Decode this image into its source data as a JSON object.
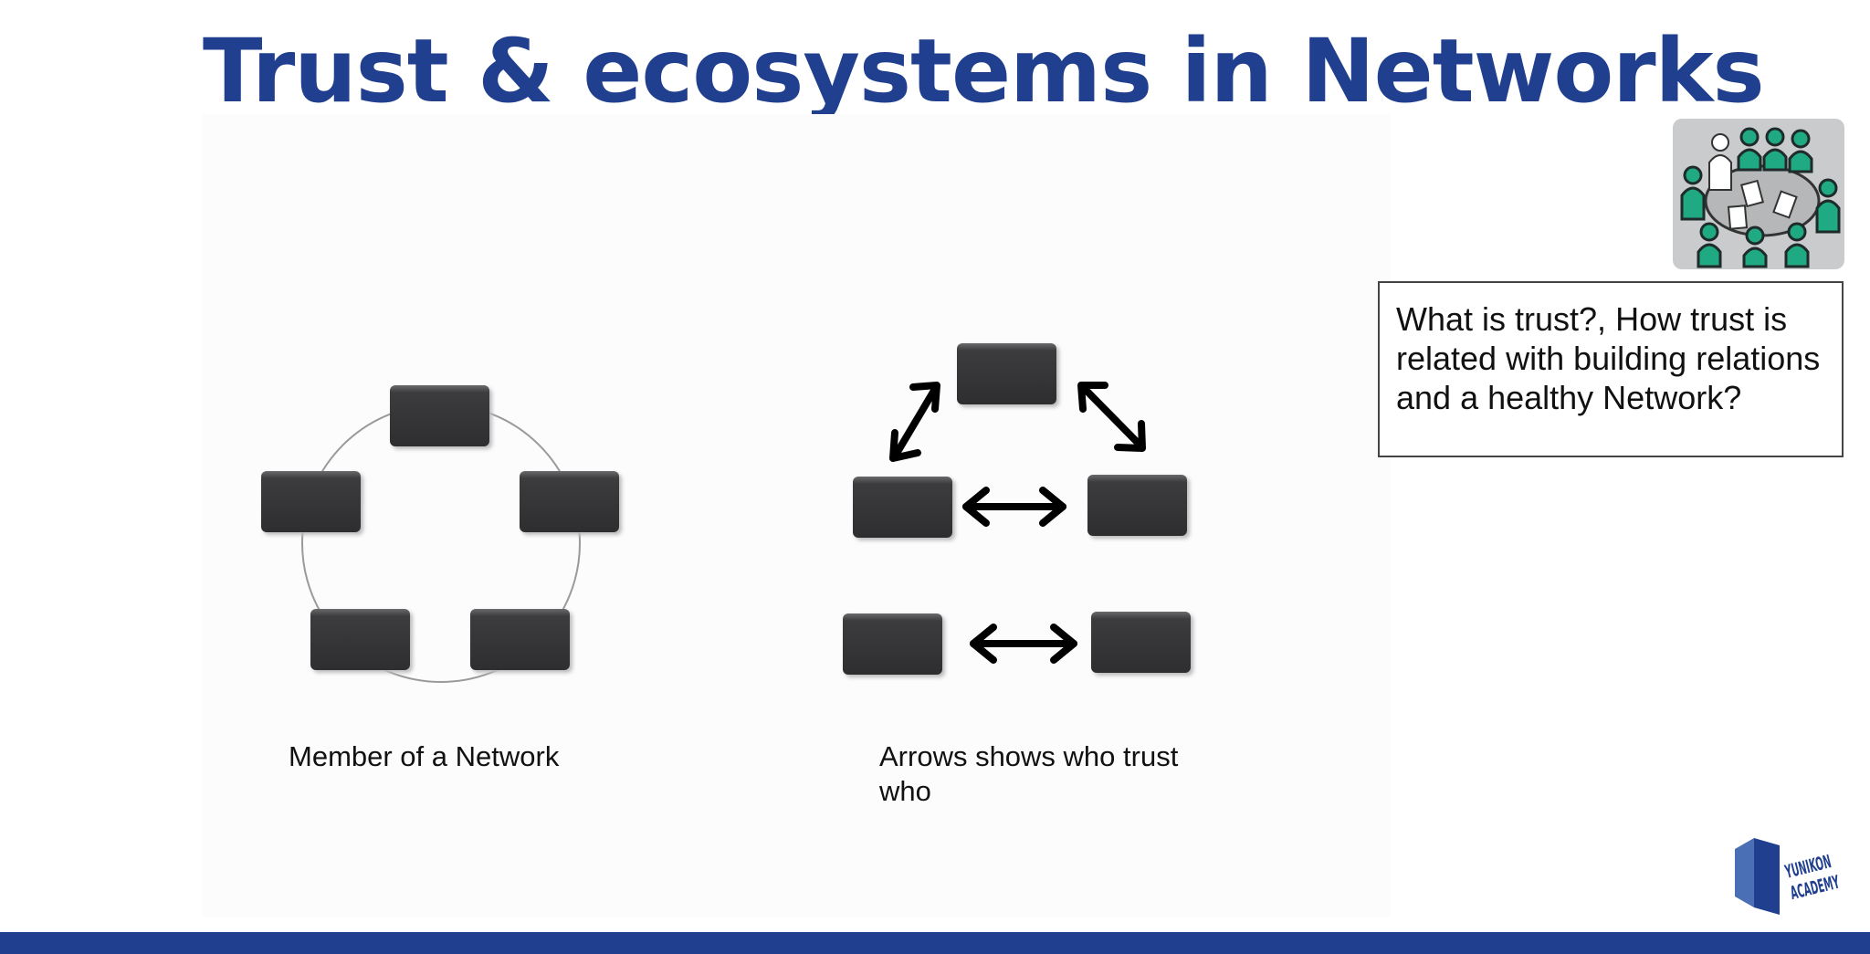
{
  "slide": {
    "title": "Trust & ecosystems in Networks",
    "question": "What is trust?, How trust is related with building relations and a healthy Network?",
    "captions": {
      "left": "Member of a Network",
      "right": "Arrows shows who trust who"
    },
    "logo_text": "YUNIKON ACADEMY",
    "colors": {
      "title": "#213f8f",
      "bar": "#213f8f",
      "node": "#3a3a3c",
      "figure": "#1faa83"
    }
  }
}
